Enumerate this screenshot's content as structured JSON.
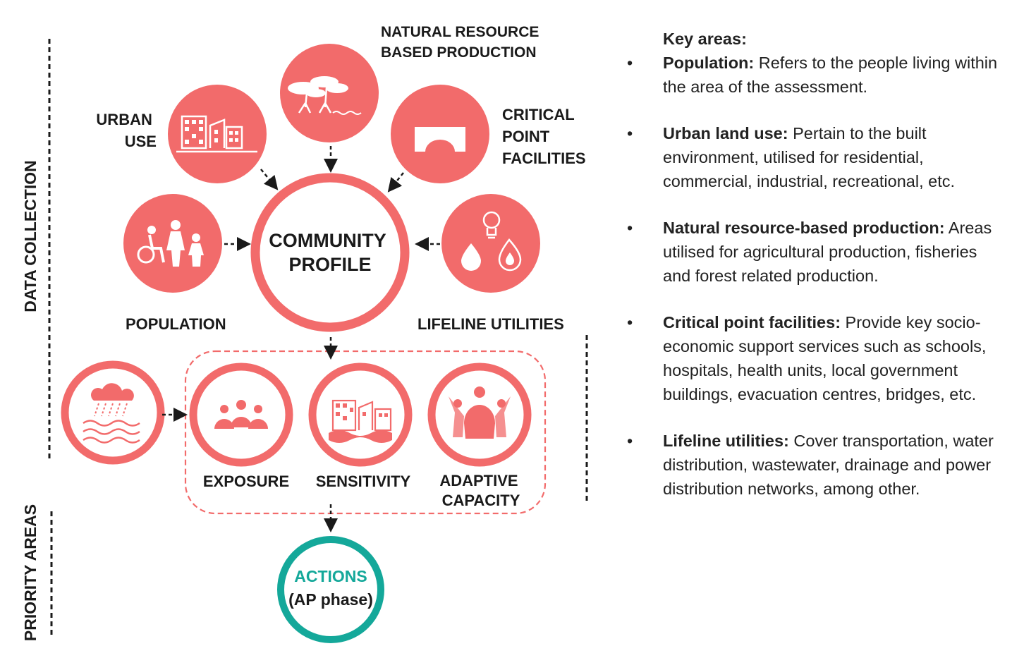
{
  "diagram": {
    "side_labels": {
      "left_top": "DATA COLLECTION",
      "left_bottom": "PRIORITY AREAS"
    },
    "nodes": {
      "natural": [
        "NATURAL RESOURCE",
        "BASED PRODUCTION"
      ],
      "urban": [
        "URBAN",
        "USE"
      ],
      "critical": [
        "CRITICAL",
        "POINT",
        "FACILITIES"
      ],
      "population": "POPULATION",
      "lifeline": "LIFELINE UTILITIES",
      "community": [
        "COMMUNITY",
        "PROFILE"
      ],
      "exposure": "EXPOSURE",
      "sensitivity": "SENSITIVITY",
      "adaptive": [
        "ADAPTIVE",
        "CAPACITY"
      ],
      "actions": [
        "ACTIONS",
        "(AP phase)"
      ]
    },
    "colors": {
      "coral": "#f26b6b",
      "teal": "#14a89a",
      "dark": "#1a1a1a"
    }
  },
  "key_areas": {
    "title": "Key areas:",
    "bullet": "•",
    "items": [
      {
        "term": "Population:",
        "text": " Refers to the people living within the area of the assessment."
      },
      {
        "term": "Urban land use:",
        "text": " Pertain to the built environment, utilised for residential, commercial, industrial, recreational, etc."
      },
      {
        "term": "Natural resource-based production:",
        "text": " Areas utilised for agricultural production, fisheries and forest related production."
      },
      {
        "term": "Critical point facilities:",
        "text": " Provide key socio-economic support services such as schools, hospitals, health units, local government buildings, evacuation centres, bridges, etc."
      },
      {
        "term": "Lifeline utilities:",
        "text": " Cover transportation, water distribution, wastewater, drainage and power distribution networks, among other."
      }
    ]
  }
}
